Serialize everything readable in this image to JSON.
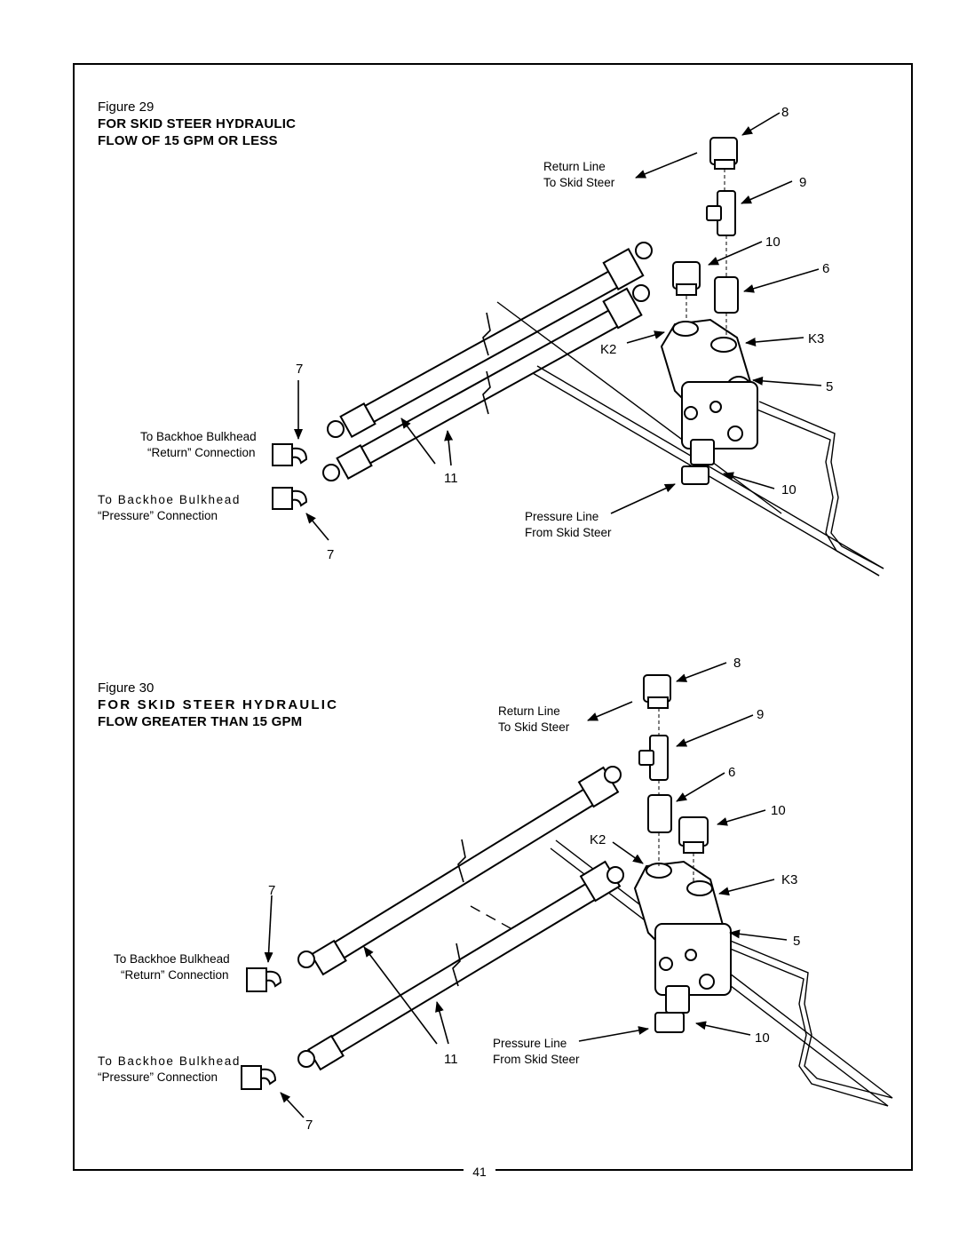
{
  "page_number": "41",
  "figure29": {
    "figure_label": "Figure 29",
    "title_line1": "FOR SKID STEER HYDRAULIC",
    "title_line2": "FLOW OF 15 GPM OR LESS",
    "return_line_1": "Return Line",
    "return_line_2": "To Skid Steer",
    "pressure_line_1": "Pressure Line",
    "pressure_line_2": "From Skid Steer",
    "return_conn_1": "To Backhoe Bulkhead",
    "return_conn_2": "“Return” Connection",
    "pressure_conn_1": "To Backhoe Bulkhead",
    "pressure_conn_2": "“Pressure” Connection",
    "callouts": {
      "c8": "8",
      "c9": "9",
      "c10a": "10",
      "c6": "6",
      "ck3": "K3",
      "ck2": "K2",
      "c5": "5",
      "c10b": "10",
      "c7a": "7",
      "c11": "11",
      "c7b": "7"
    }
  },
  "figure30": {
    "figure_label": "Figure 30",
    "title_line1": "FOR SKID STEER HYDRAULIC",
    "title_line2": "FLOW GREATER THAN 15 GPM",
    "return_line_1": "Return Line",
    "return_line_2": "To Skid Steer",
    "pressure_line_1": "Pressure Line",
    "pressure_line_2": "From Skid Steer",
    "return_conn_1": "To Backhoe Bulkhead",
    "return_conn_2": "“Return” Connection",
    "pressure_conn_1": "To Backhoe Bulkhead",
    "pressure_conn_2": "“Pressure” Connection",
    "callouts": {
      "c8": "8",
      "c9": "9",
      "c6": "6",
      "c10a": "10",
      "ck2": "K2",
      "ck3": "K3",
      "c5": "5",
      "c7a": "7",
      "c11": "11",
      "c10b": "10",
      "c7b": "7"
    }
  }
}
